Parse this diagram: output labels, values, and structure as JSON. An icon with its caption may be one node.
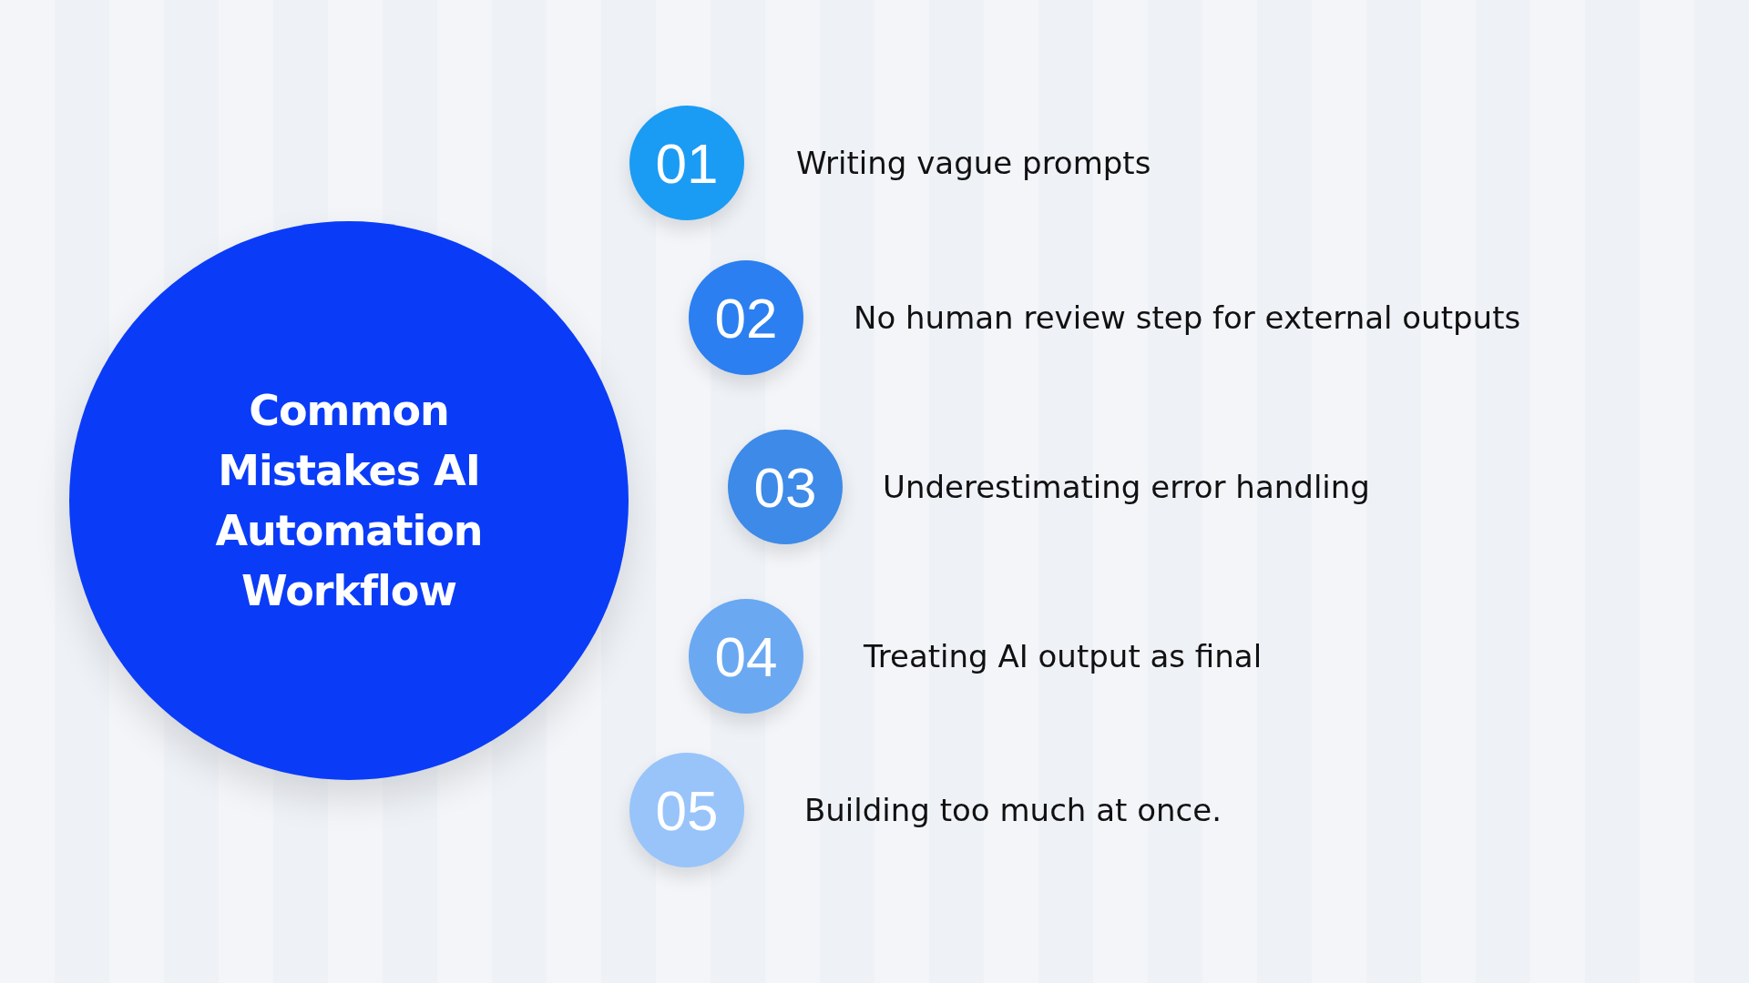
{
  "diagram": {
    "nodes": [
      {
        "text": [
          "Common Mistakes AI Automation Workflow"
        ]
      },
      {
        "text": [
          "01"
        ],
        "beside": [
          "Writing vague prompts"
        ]
      },
      {
        "text": [
          "02"
        ],
        "beside": [
          "No human review step for external outputs"
        ]
      },
      {
        "text": [
          "03"
        ],
        "beside": [
          "Underestimating error handling"
        ]
      },
      {
        "text": [
          "04"
        ],
        "beside": [
          "Treating AI output as final"
        ]
      },
      {
        "text": [
          "05"
        ],
        "beside": [
          "Building too much at once."
        ]
      }
    ]
  }
}
